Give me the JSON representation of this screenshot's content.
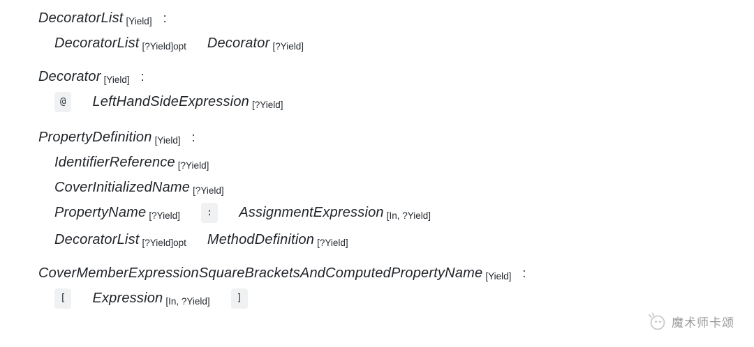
{
  "watermark": {
    "text": "魔术师卡颂"
  },
  "productions": [
    {
      "name": "DecoratorList",
      "params": "[Yield]",
      "colon": ":",
      "alternatives": [
        {
          "tokens": [
            {
              "kind": "nt",
              "text": "DecoratorList",
              "sub": "[?Yield]opt"
            },
            {
              "kind": "nt",
              "text": "Decorator",
              "sub": "[?Yield]"
            }
          ]
        }
      ]
    },
    {
      "name": "Decorator",
      "params": "[Yield]",
      "colon": ":",
      "alternatives": [
        {
          "tokens": [
            {
              "kind": "terminal",
              "text": "@"
            },
            {
              "kind": "nt",
              "text": "LeftHandSideExpression",
              "sub": "[?Yield]"
            }
          ]
        }
      ]
    },
    {
      "name": "PropertyDefinition",
      "params": "[Yield]",
      "colon": ":",
      "alternatives": [
        {
          "tokens": [
            {
              "kind": "nt",
              "text": "IdentifierReference",
              "sub": "[?Yield]"
            }
          ]
        },
        {
          "tokens": [
            {
              "kind": "nt",
              "text": "CoverInitializedName",
              "sub": "[?Yield]"
            }
          ]
        },
        {
          "tokens": [
            {
              "kind": "nt",
              "text": "PropertyName",
              "sub": "[?Yield]"
            },
            {
              "kind": "terminal",
              "text": ":"
            },
            {
              "kind": "nt",
              "text": "AssignmentExpression",
              "sub": "[In, ?Yield]"
            }
          ]
        },
        {
          "tokens": [
            {
              "kind": "nt",
              "text": "DecoratorList",
              "sub": "[?Yield]opt"
            },
            {
              "kind": "nt",
              "text": "MethodDefinition",
              "sub": "[?Yield]"
            }
          ]
        }
      ]
    },
    {
      "name": "CoverMemberExpressionSquareBracketsAndComputedPropertyName",
      "params": "[Yield]",
      "colon": ":",
      "alternatives": [
        {
          "tokens": [
            {
              "kind": "terminal",
              "text": "["
            },
            {
              "kind": "nt",
              "text": "Expression",
              "sub": "[In, ?Yield]"
            },
            {
              "kind": "terminal",
              "text": "]"
            }
          ]
        }
      ]
    }
  ]
}
